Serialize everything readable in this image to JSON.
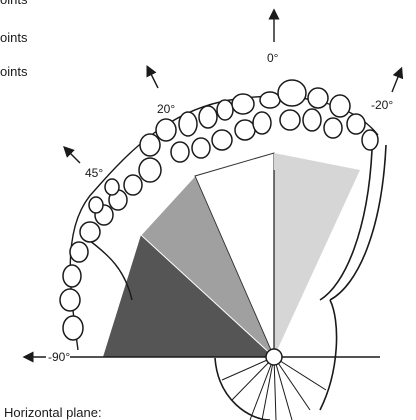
{
  "legend": [
    {
      "text": "oints"
    },
    {
      "text": "oints"
    },
    {
      "text": "oints"
    }
  ],
  "angle_labels": {
    "deg_0": "0°",
    "deg_20": "20°",
    "deg_minus20": "-20°",
    "deg_45": "45°",
    "deg_minus90": "-90°"
  },
  "caption": "Horizontal plane:",
  "sector_colors": {
    "dark": "#555555",
    "medium": "#a0a0a0",
    "white": "#ffffff",
    "light": "#d6d6d6"
  }
}
